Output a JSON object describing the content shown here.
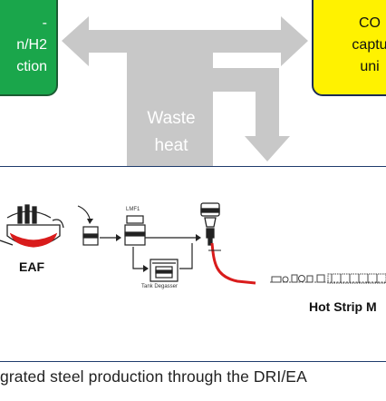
{
  "top_boxes": {
    "left": {
      "lines": [
        "-",
        "n/H2",
        "ction"
      ],
      "color": "#1aa64b"
    },
    "right": {
      "lines": [
        "CO",
        "captu",
        "uni"
      ],
      "color": "#fff200"
    }
  },
  "waste_heat": {
    "lines": [
      "Waste",
      "heat"
    ],
    "arrow_color": "#c8c8c8"
  },
  "process": {
    "eaf_label": "EAF",
    "lmf_label": "LMF1",
    "tank_label": "Tank Degasser",
    "hot_strip_label": "Hot Strip M"
  },
  "caption": "grated steel production through the DRI/EA",
  "colors": {
    "panel_border": "#1f3c6d",
    "molten": "#d91c1c"
  }
}
